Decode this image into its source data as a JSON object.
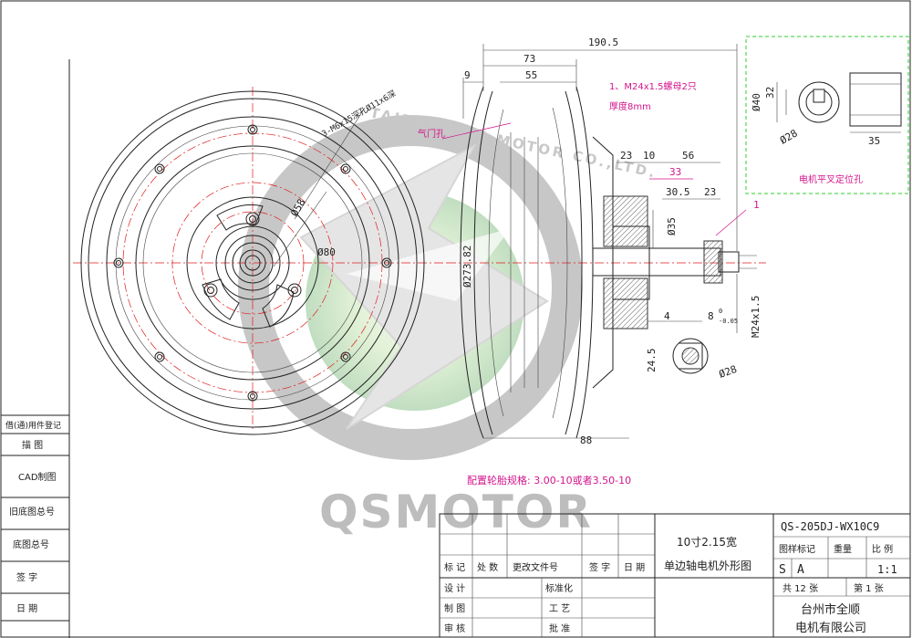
{
  "watermark": {
    "brand": "QSMOTOR",
    "arc_text": "TAIZHOU QS MOTOR CO.,LTD."
  },
  "left_margin": {
    "cells": [
      "借(通)用件登记",
      "描 图",
      "CAD制图",
      "旧底图总号",
      "底图总号",
      "签 字",
      "日 期"
    ]
  },
  "front_view": {
    "bolt_note": "3-M6x15深孔Ø11x6深",
    "dim_phi58": "Ø58",
    "dim_phi80": "Ø80"
  },
  "side_view": {
    "dims": {
      "d190_5": "190.5",
      "d73": "73",
      "d55": "55",
      "d9": "9",
      "d23a": "23",
      "d10": "10",
      "d56": "56",
      "d33": "33",
      "d30_5": "30.5",
      "d23b": "23",
      "phi35": "Ø35",
      "phi273": "Ø273.82",
      "d4": "4",
      "d8": "8",
      "d8_tol_up": "0",
      "d8_tol_dn": "-0.05",
      "m24": "M24x1.5",
      "d88": "88",
      "d24_5": "24.5",
      "phi28": "Ø28",
      "label1": "1"
    },
    "notes": {
      "nut": "1、M24x1.5螺母2只",
      "thickness": "厚度8mm",
      "valve": "气门孔"
    },
    "tire_spec": "配置轮胎规格: 3.00-10或者3.50-10"
  },
  "detail_box": {
    "phi40": "Ø40",
    "d32": "32",
    "phi28": "Ø28",
    "d35": "35",
    "caption": "电机平叉定位孔"
  },
  "title_block": {
    "title_line1": "10寸2.15宽",
    "title_line2": "单边轴电机外形图",
    "drawing_no": "QS-205DJ-WX10C9",
    "h_mark": "图样标记",
    "h_weight": "重量",
    "h_scale": "比 例",
    "mark_s": "S",
    "mark_a": "A",
    "scale": "1:1",
    "sheets_total": "共 12 张",
    "sheet_no": "第 1 张",
    "company_line1": "台州市全顺",
    "company_line2": "电机有限公司",
    "rev_headers": [
      "标 记",
      "处 数",
      "更改文件号",
      "签 字",
      "日 期"
    ],
    "sig_rows": [
      {
        "left": "设 计",
        "right": "标准化"
      },
      {
        "left": "制 图",
        "right": "工 艺"
      },
      {
        "left": "审 核",
        "right": "批 准"
      }
    ]
  }
}
